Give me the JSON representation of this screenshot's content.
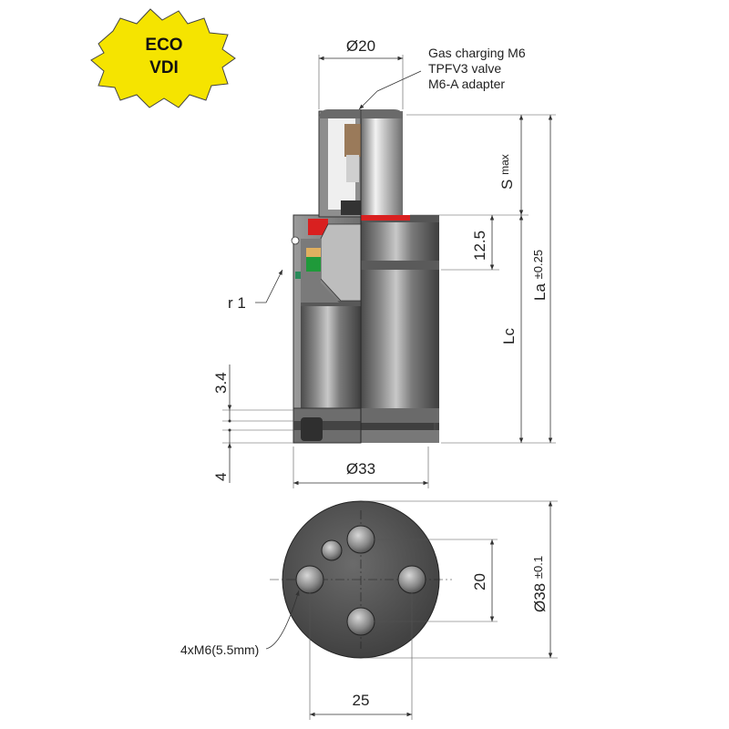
{
  "badge": {
    "line1": "ECO",
    "line2": "VDI",
    "color": "#f5e400"
  },
  "callout": {
    "line1": "Gas charging M6",
    "line2": "TPFV3 valve",
    "line3": "M6-A adapter"
  },
  "dimensions": {
    "top_diameter": "Ø20",
    "stroke_main": "S",
    "stroke_sub": "max",
    "length_a_main": "La",
    "length_a_tol": "±0.25",
    "length_c": "Lc",
    "seal_offset": "12.5",
    "radius": "r 1",
    "groove": "3.4",
    "base_height": "4",
    "body_diameter": "Ø33",
    "flange_diameter_main": "Ø38",
    "flange_diameter_tol": "±0.1",
    "hole_spacing_v": "20",
    "hole_spacing_h": "25",
    "thread_label": "4xM6(5.5mm)"
  },
  "colors": {
    "seal_red": "#d92020",
    "seal_green": "#1f9a3a",
    "body_gray": "#7d7d7d",
    "dark_gray": "#3c3c3c"
  }
}
